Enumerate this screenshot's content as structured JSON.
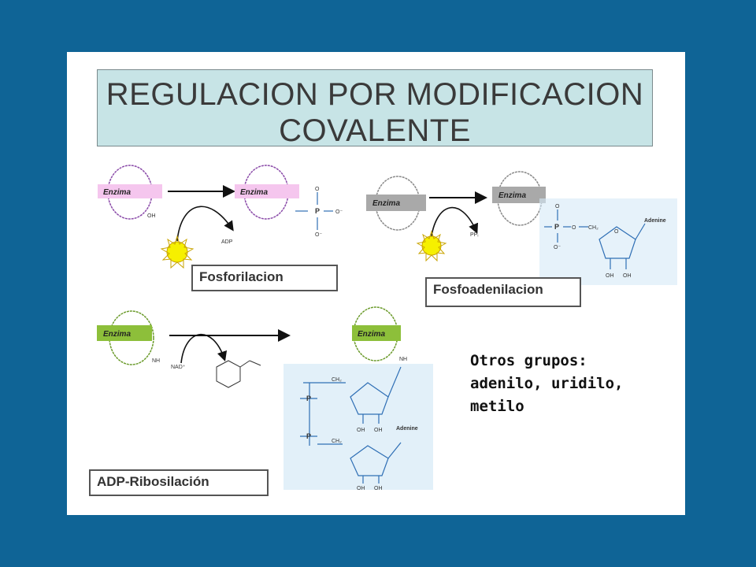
{
  "title": {
    "line1": "REGULACION POR MODIFICACION",
    "line2": "COVALENTE"
  },
  "labels": {
    "fosforilacion": "Fosforilacion",
    "fosfoadenilacion": "Fosfoadenilacion",
    "adp_ribosilacion": "ADP-Ribosilación"
  },
  "enzyme_label": "Enzima",
  "chem": {
    "adenine": "Adenine",
    "oh": "OH",
    "ch2": "CH₂",
    "p": "P",
    "o": "O",
    "nh": "NH",
    "adp": "ADP",
    "ppi": "PPᵢ",
    "nad": "NAD⁺"
  },
  "otros": {
    "line1": "Otros grupos:",
    "line2": "adenilo, uridilo,",
    "line3": "metilo"
  },
  "colors": {
    "background": "#0f6496",
    "title_bg": "#c7e4e6",
    "pink_tag": "#f5c6ee",
    "gray_tag": "#a9a9a9",
    "green_tag": "#8dbf3a",
    "sun": "#f6f000",
    "blue_panel": "#d6e9f7"
  }
}
